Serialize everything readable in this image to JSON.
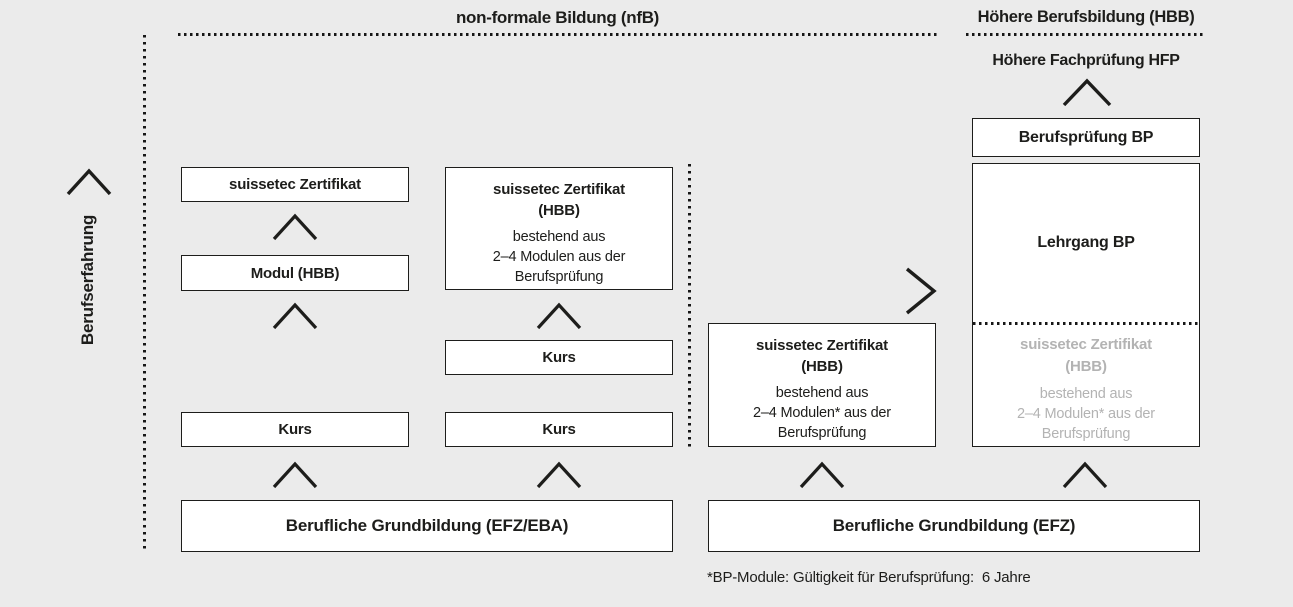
{
  "colors": {
    "background": "#ebebeb",
    "box_fill": "#ffffff",
    "line": "#1d1d1b",
    "text": "#1d1d1b",
    "muted": "#b3b3b3"
  },
  "headers": {
    "nfb": "non-formale Bildung (nfB)",
    "hbb": "Höhere Berufsbildung (HBB)"
  },
  "left_rail": {
    "label": "Berufserfahrung"
  },
  "nfb_section": {
    "col1": {
      "cert": "suissetec Zertifikat",
      "modul": "Modul (HBB)",
      "kurs": "Kurs"
    },
    "col2": {
      "cert_title": [
        "suissetec Zertifikat",
        "(HBB)"
      ],
      "cert_body": [
        "bestehend aus",
        "2–4 Modulen aus der",
        "Berufsprüfung"
      ],
      "kurs_upper": "Kurs",
      "kurs_lower": "Kurs"
    },
    "grundbildung": "Berufliche Grundbildung (EFZ/EBA)"
  },
  "hbb_section": {
    "cert_title": [
      "suissetec Zertifikat",
      "(HBB)"
    ],
    "cert_body": [
      "bestehend aus",
      "2–4 Modulen* aus der",
      "Berufsprüfung"
    ],
    "grundbildung": "Berufliche Grundbildung (EFZ)",
    "hfp": "Höhere Fachprüfung HFP",
    "bp": "Berufsprüfung BP",
    "lehrgang": "Lehrgang BP",
    "lehrgang_cert_title": [
      "suissetec Zertifikat",
      "(HBB)"
    ],
    "lehrgang_cert_body": [
      "bestehend aus",
      "2–4 Modulen* aus der",
      "Berufsprüfung"
    ]
  },
  "footnote": "*BP-Module: Gültigkeit für Berufsprüfung:  6 Jahre"
}
